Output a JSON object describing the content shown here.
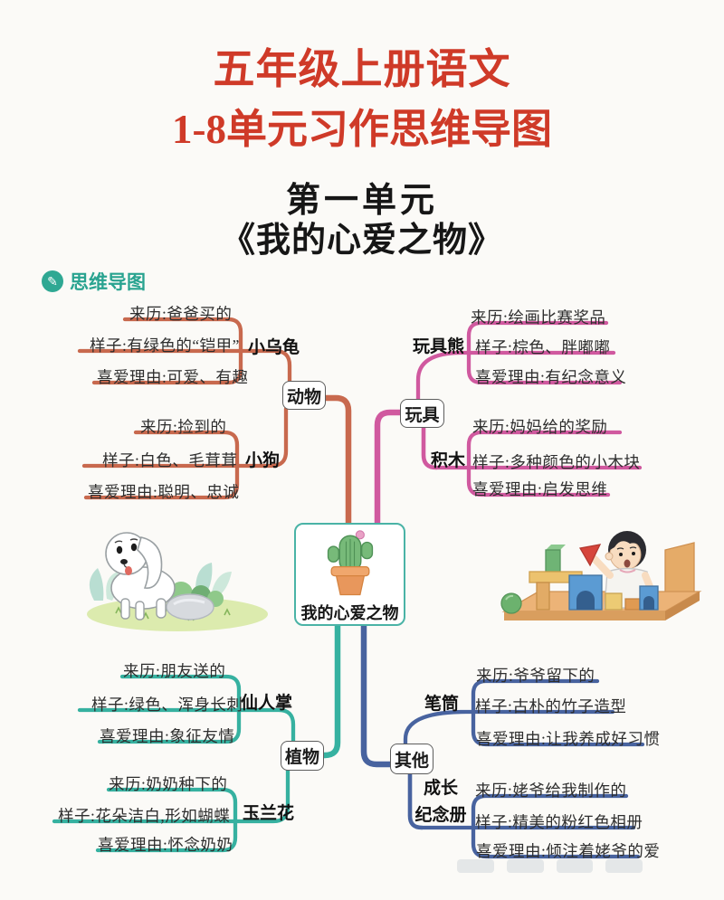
{
  "header": {
    "title_line1": "五年级上册语文",
    "title_line2": "1-8单元习作思维导图",
    "subtitle_line1": "第一单元",
    "subtitle_line2": "《我的心爱之物》"
  },
  "badge": {
    "label": "思维导图"
  },
  "mindmap": {
    "center": {
      "label": "我的心爱之物"
    },
    "branches": [
      {
        "label": "动物",
        "color": "#c8694e",
        "items": [
          {
            "label": "小乌龟",
            "details": [
              "来历:爸爸买的",
              "样子:有绿色的“铠甲”",
              "喜爱理由:可爱、有趣"
            ]
          },
          {
            "label": "小狗",
            "details": [
              "来历:捡到的",
              "样子:白色、毛茸茸",
              "喜爱理由:聪明、忠诚"
            ]
          }
        ]
      },
      {
        "label": "玩具",
        "color": "#d0599f",
        "items": [
          {
            "label": "玩具熊",
            "details": [
              "来历:绘画比赛奖品",
              "样子:棕色、胖嘟嘟",
              "喜爱理由:有纪念意义"
            ]
          },
          {
            "label": "积木",
            "details": [
              "来历:妈妈给的奖励",
              "样子:多种颜色的小木块",
              "喜爱理由:启发思维"
            ]
          }
        ]
      },
      {
        "label": "植物",
        "color": "#36b1a0",
        "items": [
          {
            "label": "仙人掌",
            "details": [
              "来历:朋友送的",
              "样子:绿色、浑身长刺",
              "喜爱理由:象征友情"
            ]
          },
          {
            "label": "玉兰花",
            "details": [
              "来历:奶奶种下的",
              "样子:花朵洁白,形如蝴蝶",
              "喜爱理由:怀念奶奶"
            ]
          }
        ]
      },
      {
        "label": "其他",
        "color": "#48639f",
        "items": [
          {
            "label": "笔筒",
            "details": [
              "来历:爷爷留下的",
              "样子:古朴的竹子造型",
              "喜爱理由:让我养成好习惯"
            ]
          },
          {
            "label_lines": [
              "成长",
              "纪念册"
            ],
            "details": [
              "来历:姥爷给我制作的",
              "样子:精美的粉红色相册",
              "喜爱理由:倾注着姥爷的爱"
            ]
          }
        ]
      }
    ],
    "illustrations": {
      "left": "puppy-on-grass",
      "center": "cactus-in-pot",
      "right": "boy-with-building-blocks"
    }
  },
  "colors": {
    "title_red": "#cf3a28",
    "badge_teal": "#29a390",
    "center_border": "#4ab3a6",
    "branch_animals": "#c8694e",
    "branch_toys": "#d0599f",
    "branch_plants": "#36b1a0",
    "branch_others": "#48639f"
  }
}
